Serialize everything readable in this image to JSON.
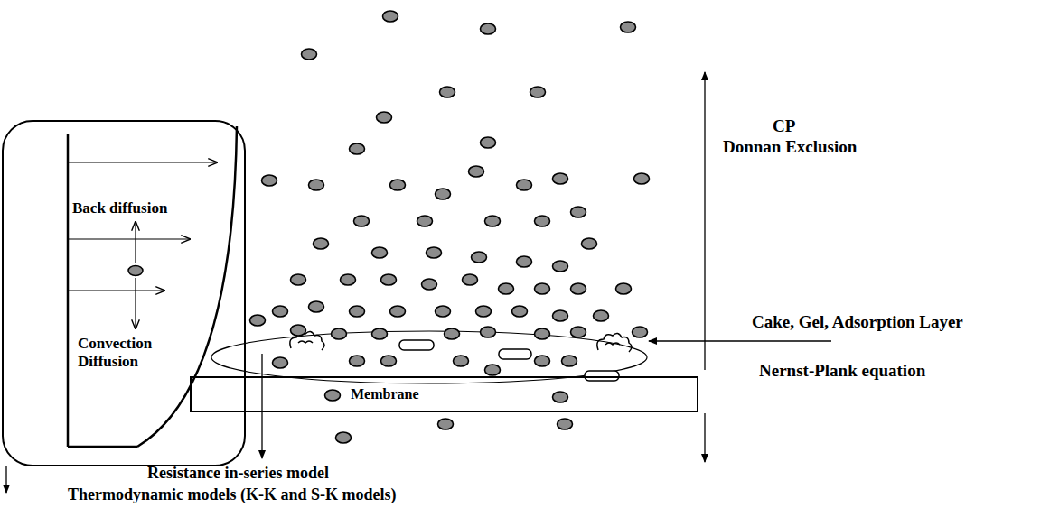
{
  "diagram": {
    "nodes": [
      {
        "text": [
          "Membrane"
        ]
      },
      {
        "text": [
          "Back diffusion",
          "Convection Diffusion"
        ]
      }
    ],
    "labels": [
      "CP",
      "Donnan Exclusion",
      "Cake, Gel, Adsorption Layer",
      "Nernst-Plank equation",
      "Resistance in-series model",
      "Thermodynamic models (K-K and S-K models)"
    ]
  }
}
